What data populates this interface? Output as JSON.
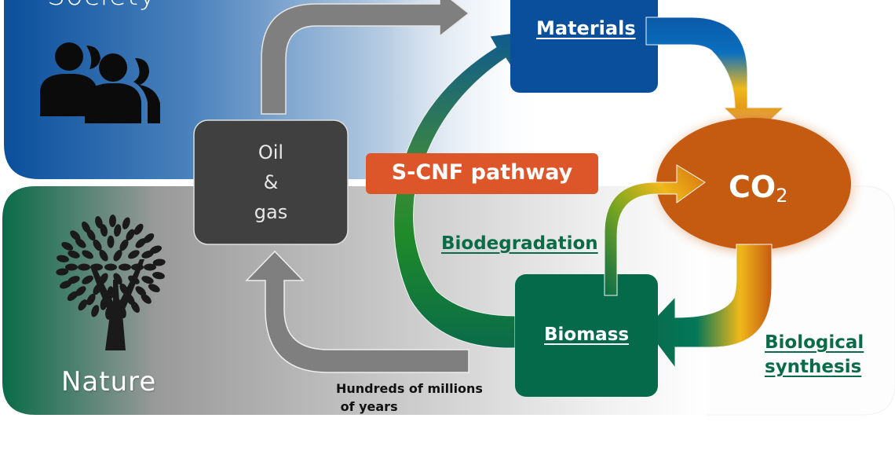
{
  "diagram": {
    "title_hint": "S-CNF pathway carbon cycle",
    "panels": {
      "society": {
        "label": "Society",
        "icon": "people-group-icon",
        "color": "#0a4f9c"
      },
      "nature": {
        "label": "Nature",
        "icon": "tree-icon",
        "color": "#0a6b49"
      }
    },
    "nodes": {
      "oil_gas": {
        "lines": [
          "Oil",
          "&",
          "gas"
        ],
        "color": "#404040"
      },
      "materials": {
        "label": "Materials",
        "color": "#0a4f9c"
      },
      "co2": {
        "label": "CO",
        "subscript": "2",
        "color": "#c55a11"
      },
      "biomass": {
        "label": "Biomass",
        "color": "#0a6b49"
      }
    },
    "labels": {
      "scnf_pathway": "S-CNF pathway",
      "biodegradation": "Biodegradation",
      "biological_synthesis_line1": "Biological",
      "biological_synthesis_line2": "synthesis",
      "hundreds_line1": "Hundreds of millions",
      "hundreds_line2": " of years"
    },
    "colors": {
      "arrow_gray": "#7f7f7f",
      "scnf_badge": "#dc5629",
      "accent_yellow": "#f0b81a",
      "label_green": "#0a6b49"
    },
    "edges": [
      {
        "from": "oil_gas",
        "to": "materials",
        "style": "gray"
      },
      {
        "from": "biomass",
        "to": "materials",
        "style": "green-to-blue",
        "via": "scnf_pathway"
      },
      {
        "from": "materials",
        "to": "co2",
        "style": "blue-to-orange"
      },
      {
        "from": "co2",
        "to": "biomass",
        "style": "orange-to-green",
        "label": "biological_synthesis"
      },
      {
        "from": "biomass",
        "to": "co2",
        "style": "green-to-orange",
        "label": "biodegradation"
      },
      {
        "from": "nature",
        "to": "oil_gas",
        "style": "gray",
        "label": "hundreds_of_millions_of_years"
      }
    ]
  }
}
